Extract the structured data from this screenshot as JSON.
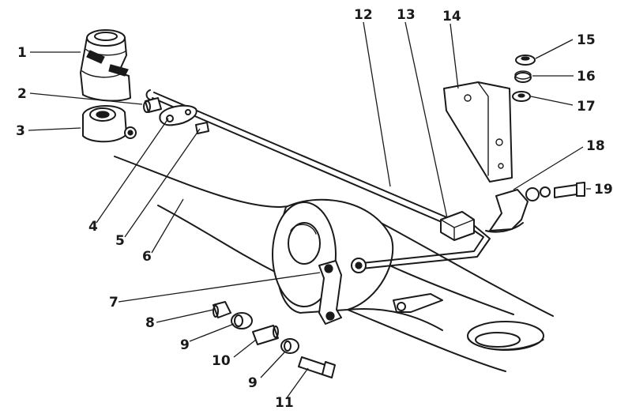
{
  "callouts": [
    {
      "id": "1",
      "text": "1"
    },
    {
      "id": "2",
      "text": "2"
    },
    {
      "id": "3",
      "text": "3"
    },
    {
      "id": "4",
      "text": "4"
    },
    {
      "id": "5",
      "text": "5"
    },
    {
      "id": "6",
      "text": "6"
    },
    {
      "id": "7",
      "text": "7"
    },
    {
      "id": "8",
      "text": "8"
    },
    {
      "id": "9a",
      "text": "9"
    },
    {
      "id": "9b",
      "text": "9"
    },
    {
      "id": "10",
      "text": "10"
    },
    {
      "id": "11",
      "text": "11"
    },
    {
      "id": "12",
      "text": "12"
    },
    {
      "id": "13",
      "text": "13"
    },
    {
      "id": "14",
      "text": "14"
    },
    {
      "id": "15",
      "text": "15"
    },
    {
      "id": "16",
      "text": "16"
    },
    {
      "id": "17",
      "text": "17"
    },
    {
      "id": "18",
      "text": "18"
    },
    {
      "id": "19",
      "text": "19"
    }
  ]
}
